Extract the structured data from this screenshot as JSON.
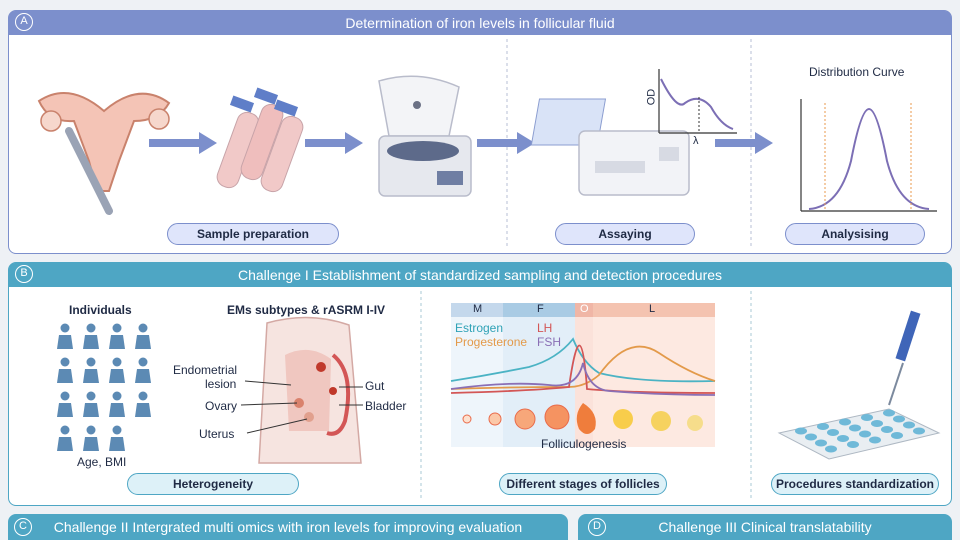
{
  "panel_a": {
    "badge": "A",
    "title": "Determination of iron levels in follicular fluid",
    "chart_axis_y": "OD",
    "chart_axis_x": "λ",
    "distribution_title": "Distribution Curve",
    "pills": [
      "Sample preparation",
      "Assaying",
      "Analysising"
    ]
  },
  "panel_b": {
    "badge": "B",
    "title": "Challenge I  Establishment of standardized sampling and detection procedures",
    "individuals": "Individuals",
    "age_bmi": "Age, BMI",
    "ems_title": "EMs subtypes & rASRM I-IV",
    "endometrial": "Endometrial",
    "lesion": "lesion",
    "ovary": "Ovary",
    "uterus": "Uterus",
    "gut": "Gut",
    "bladder": "Bladder",
    "phase_m": "M",
    "phase_f": "F",
    "phase_o": "O",
    "phase_l": "L",
    "estrogen": "Estrogen",
    "progesterone": "Progesterone",
    "lh": "LH",
    "fsh": "FSH",
    "folliculogenesis": "Folliculogenesis",
    "pills": [
      "Heterogeneity",
      "Different stages of follicles",
      "Procedures standardization"
    ]
  },
  "panel_c": {
    "badge": "C",
    "title": "Challenge II  Intergrated multi omics with iron levels for improving evaluation"
  },
  "panel_d": {
    "badge": "D",
    "title": "Challenge III  Clinical translatability"
  }
}
